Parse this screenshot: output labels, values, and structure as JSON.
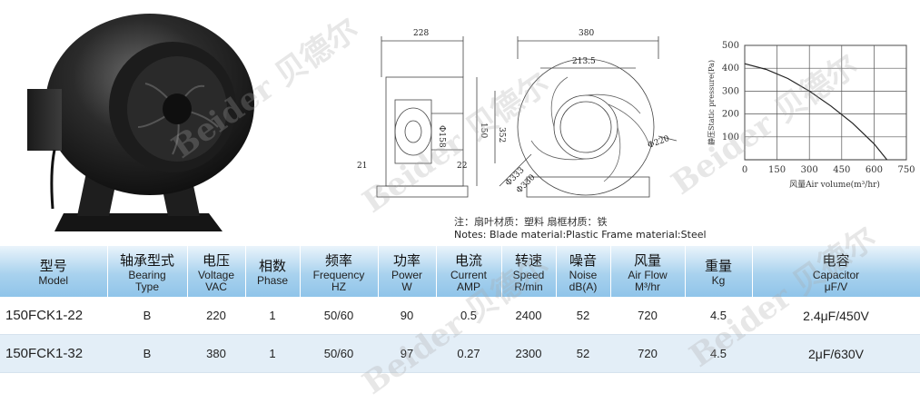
{
  "drawing": {
    "dim_228": "228",
    "dim_380": "380",
    "dim_213": "213.5",
    "dim_150": "150",
    "dim_352": "352",
    "dim_158": "Φ158",
    "dim_21": "21",
    "dim_22": "22",
    "dim_330": "Φ330",
    "dim_333": "Φ333",
    "dim_220": "Φ220"
  },
  "chart_data": {
    "type": "line",
    "title": "",
    "xlabel": "风量Air volume(m³/hr)",
    "ylabel": "静压Static pressure(Pa)",
    "x_ticks": [
      "0",
      "150",
      "300",
      "450",
      "600",
      "750"
    ],
    "y_ticks": [
      "100",
      "200",
      "300",
      "400",
      "500"
    ],
    "xlim": [
      0,
      750
    ],
    "ylim": [
      0,
      500
    ],
    "grid": true,
    "series": [
      {
        "x": [
          0,
          100,
          200,
          300,
          400,
          500,
          600,
          660
        ],
        "y": [
          420,
          395,
          355,
          300,
          235,
          160,
          70,
          0
        ]
      }
    ]
  },
  "notes": {
    "cn": "注：扇叶材质：塑料    扇框材质：铁",
    "en": "Notes: Blade material:Plastic  Frame material:Steel"
  },
  "table": {
    "headers": [
      {
        "cn": "型号",
        "en": "Model"
      },
      {
        "cn": "轴承型式",
        "en": "Bearing",
        "en2": "Type"
      },
      {
        "cn": "电压",
        "en": "Voltage",
        "en2": "VAC"
      },
      {
        "cn": "相数",
        "en": "Phase"
      },
      {
        "cn": "频率",
        "en": "Frequency",
        "en2": "HZ"
      },
      {
        "cn": "功率",
        "en": "Power",
        "en2": "W"
      },
      {
        "cn": "电流",
        "en": "Current",
        "en2": "AMP"
      },
      {
        "cn": "转速",
        "en": "Speed",
        "en2": "R/min"
      },
      {
        "cn": "噪音",
        "en": "Noise",
        "en2": "dB(A)"
      },
      {
        "cn": "风量",
        "en": "Air Flow",
        "en2": "M³/hr"
      },
      {
        "cn": "重量",
        "en": "Kg"
      },
      {
        "cn": "电容",
        "en": "Capacitor",
        "en2": "μF/V"
      }
    ],
    "rows": [
      [
        "150FCK1-22",
        "B",
        "220",
        "1",
        "50/60",
        "90",
        "0.5",
        "2400",
        "52",
        "720",
        "4.5",
        "2.4μF/450V"
      ],
      [
        "150FCK1-32",
        "B",
        "380",
        "1",
        "50/60",
        "97",
        "0.27",
        "2300",
        "52",
        "720",
        "4.5",
        "2μF/630V"
      ]
    ]
  },
  "watermark": "Beider 贝德尔",
  "colors": {
    "header_top": "#eaf4fb",
    "header_bottom": "#8fc4e9",
    "row_alt": "#e3eef7"
  }
}
